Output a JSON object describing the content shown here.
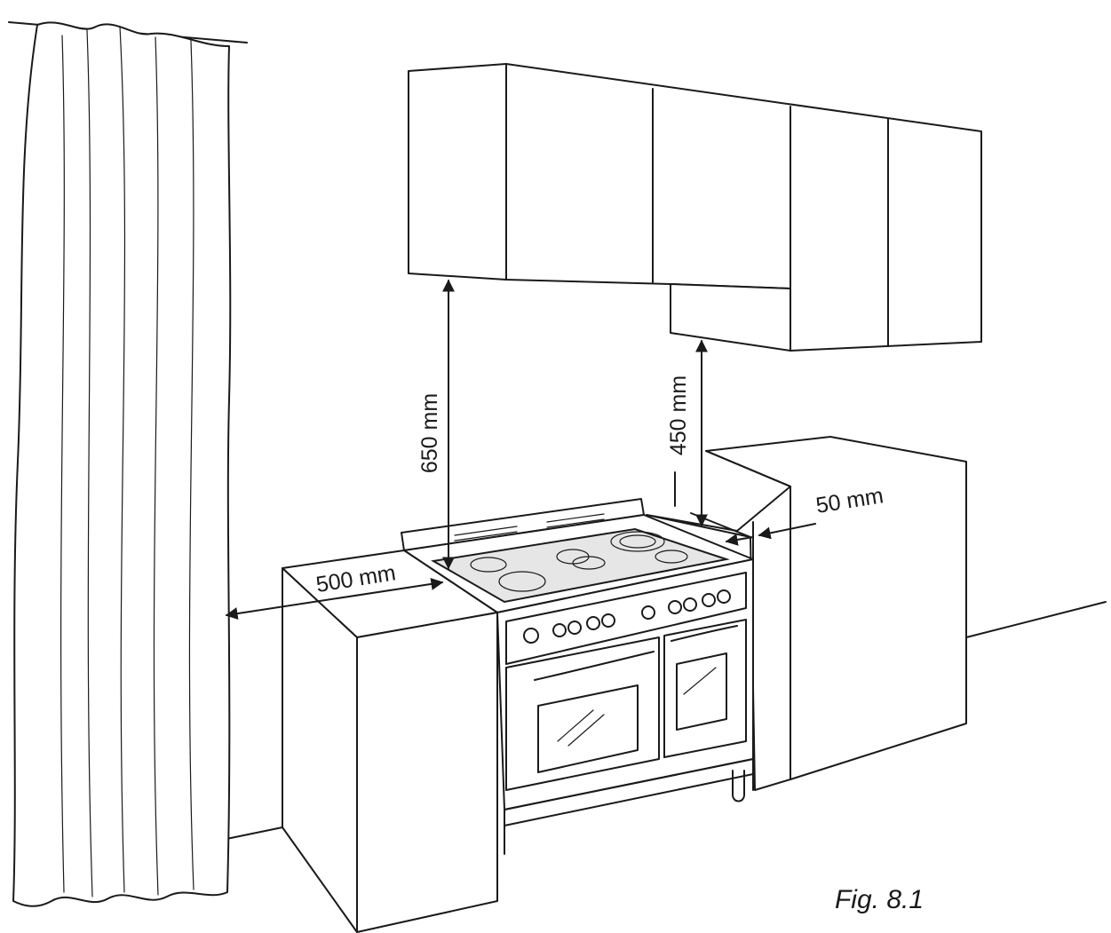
{
  "figure": {
    "caption": "Fig. 8.1"
  },
  "dimensions": {
    "hood_clearance": "650 mm",
    "side_cabinet_clearance": "450 mm",
    "side_gap": "50 mm",
    "curtain_distance": "500 mm"
  }
}
